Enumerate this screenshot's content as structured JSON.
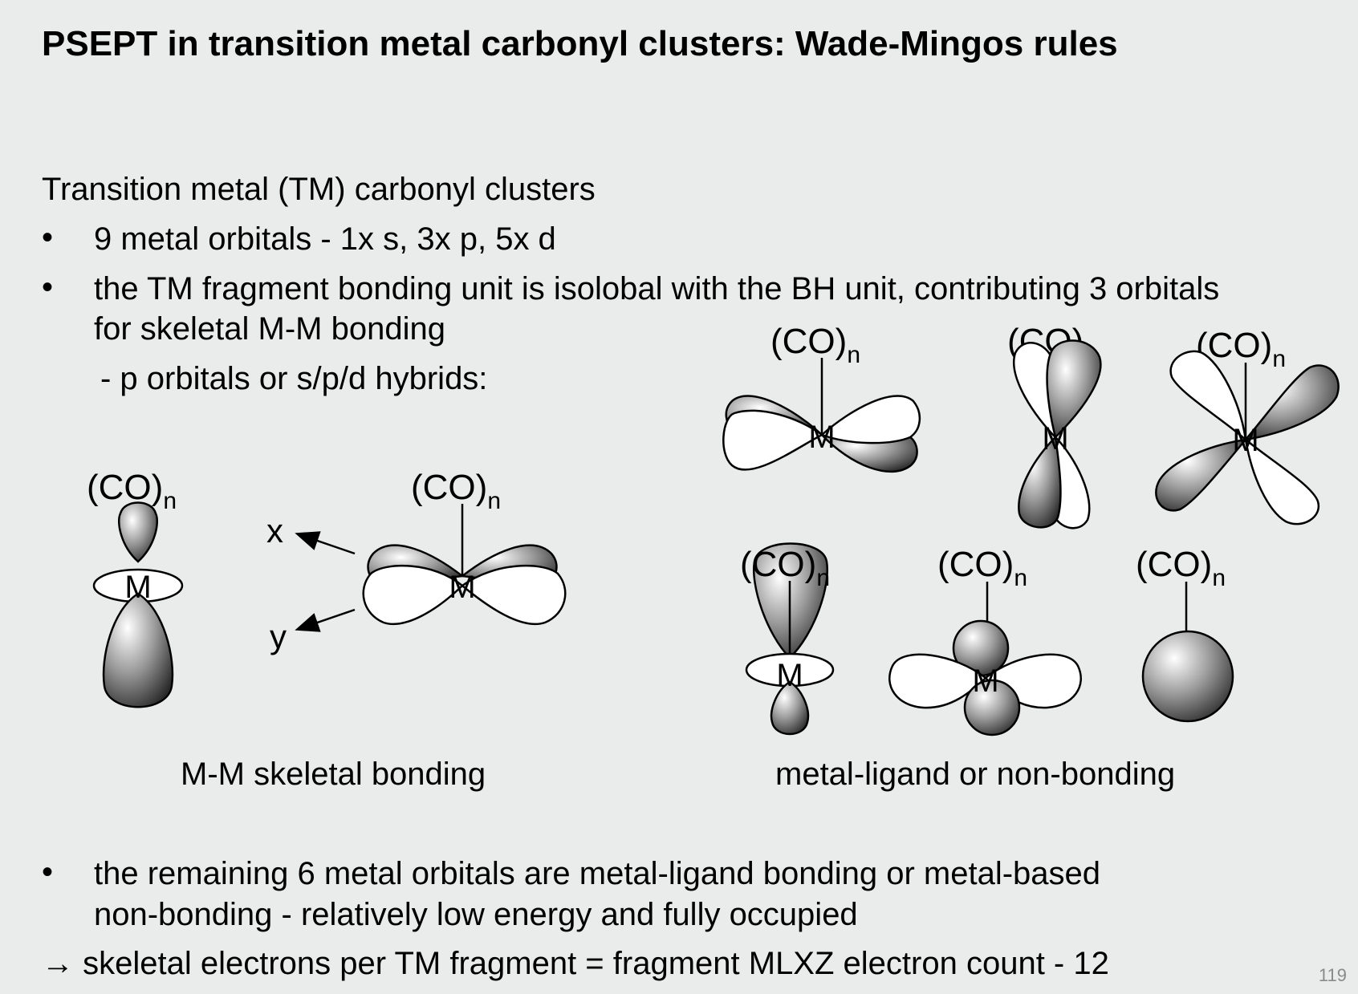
{
  "title": "PSEPT in transition metal carbonyl clusters: Wade-Mingos rules",
  "intro": "Transition metal (TM) carbonyl clusters",
  "bullet_symbol": "•",
  "bullets": [
    {
      "lines": [
        "9 metal orbitals - 1x s, 3x p, 5x d"
      ]
    },
    {
      "lines": [
        "the TM fragment bonding unit is isolobal with the BH unit, contributing 3 orbitals",
        "for skeletal M-M bonding"
      ]
    }
  ],
  "sub_note": "- p orbitals or s/p/d hybrids:",
  "diagram": {
    "ligand": "(CO)",
    "subscript": "n",
    "metal": "M",
    "axis_x": "x",
    "axis_y": "y",
    "caption_left": "M-M skeletal bonding",
    "caption_right": "metal-ligand or non-bonding"
  },
  "bullet3": {
    "lines": [
      "the remaining 6 metal orbitals are metal-ligand bonding or metal-based",
      "non-bonding - relatively low energy and fully occupied"
    ]
  },
  "conclusion": "→ skeletal electrons per TM fragment = fragment MLXZ electron count - 12",
  "page_number": "119",
  "colors": {
    "background": "#e9ecea",
    "lobe_fill": "#ffffff",
    "lobe_stroke": "#000000"
  }
}
